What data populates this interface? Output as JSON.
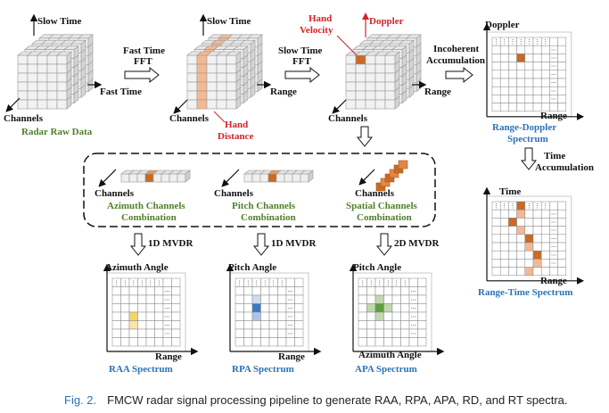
{
  "labels": {
    "slow_time_1": "Slow Time",
    "channels_1": "Channels",
    "fast_time": "Fast Time",
    "radar_raw_data": "Radar Raw Data",
    "fft1_line1": "Fast Time",
    "fft1_line2": "FFT",
    "slow_time_2": "Slow Time",
    "range_1": "Range",
    "channels_2": "Channels",
    "hand_distance_1": "Hand",
    "hand_distance_2": "Distance",
    "fft2_line1": "Slow Time",
    "fft2_line2": "FFT",
    "hand_velocity_1": "Hand",
    "hand_velocity_2": "Velocity",
    "doppler_1": "Doppler",
    "range_2": "Range",
    "channels_3": "Channels",
    "incoh_1": "Incoherent",
    "incoh_2": "Accumulation",
    "doppler_2": "Doppler",
    "range_3": "Range",
    "rd_spectrum_1": "Range-Doppler",
    "rd_spectrum_2": "Spectrum",
    "time_acc_1": "Time",
    "time_acc_2": "Accumulation",
    "time": "Time",
    "range_4": "Range",
    "rt_spectrum": "Range-Time Spectrum",
    "channels_a": "Channels",
    "az_comb_1": "Azimuth Channels",
    "az_comb_2": "Combination",
    "channels_b": "Channels",
    "pitch_comb_1": "Pitch Channels",
    "pitch_comb_2": "Combination",
    "channels_c": "Channels",
    "spatial_comb_1": "Spatial Channels",
    "spatial_comb_2": "Combination",
    "mvdr_1": "1D MVDR",
    "mvdr_2": "1D MVDR",
    "mvdr_3": "2D MVDR",
    "azimuth_angle": "Azimuth Angle",
    "range_raa": "Range",
    "raa_spectrum": "RAA Spectrum",
    "pitch_angle_1": "Pitch Angle",
    "range_rpa": "Range",
    "rpa_spectrum": "RPA Spectrum",
    "pitch_angle_2": "Pitch Angle",
    "azimuth_angle_2": "Azimuth Angle",
    "apa_spectrum": "APA Spectrum"
  },
  "caption": {
    "prefix": "Fig. 2.",
    "text": "FMCW radar signal processing pipeline to generate RAA, RPA, APA, RD, and RT spectra."
  },
  "colors": {
    "text": "#111111",
    "red": "#d2232a",
    "green": "#4f7f2a",
    "blue": "#2a73b8",
    "orange": "#c96a25",
    "light_orange": "#f3b994",
    "yellow": "#f6d66a",
    "pitch_blue": "#3b78c2",
    "apa_green": "#5f9e3d"
  }
}
